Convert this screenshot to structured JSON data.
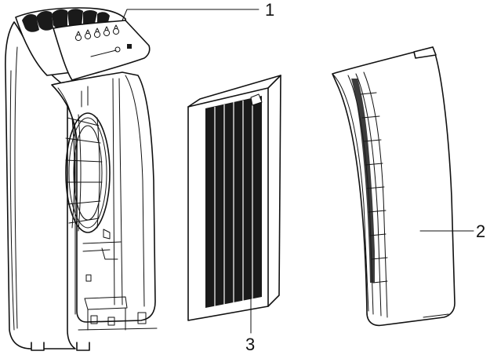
{
  "callouts": {
    "one": "1",
    "two": "2",
    "three": "3"
  },
  "colors": {
    "line": "#111111",
    "filter_media": "#2a2a2a",
    "background": "#ffffff"
  }
}
